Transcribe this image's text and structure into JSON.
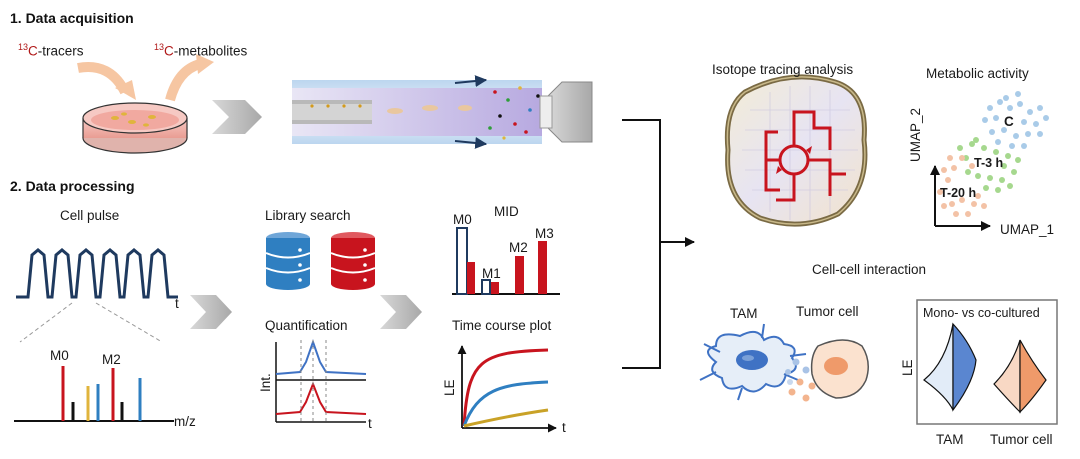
{
  "sections": {
    "acquisition_title": "1. Data acquisition",
    "processing_title": "2. Data processing"
  },
  "acquisition": {
    "tracer_sup": "13",
    "tracer_label": "C-tracers",
    "metabolite_sup": "13",
    "metabolite_label": "C-metabolites"
  },
  "processing": {
    "cell_pulse": "Cell pulse",
    "pulse_axis": "t",
    "spectrum_m0": "M0",
    "spectrum_m2": "M2",
    "spectrum_axis": "m/z",
    "library_search": "Library search",
    "quantification": "Quantification",
    "quant_yaxis": "Int.",
    "quant_xaxis": "t",
    "mid_title": "MID",
    "mid_m0": "M0",
    "mid_m1": "M1",
    "mid_m2": "M2",
    "mid_m3": "M3",
    "time_course_title": "Time course plot",
    "tc_yaxis": "LE",
    "tc_xaxis": "t"
  },
  "analysis": {
    "isotope_title": "Isotope tracing analysis",
    "metabolic_title": "Metabolic activity",
    "umap_x": "UMAP_1",
    "umap_y": "UMAP_2",
    "cluster_c": "C",
    "cluster_t3": "T-3 h",
    "cluster_t20": "T-20 h",
    "cci_title": "Cell-cell interaction",
    "tam": "TAM",
    "tumor_cell": "Tumor cell",
    "violin_title": "Mono- vs co-cultured",
    "violin_yaxis": "LE",
    "violin_x1": "TAM",
    "violin_x2": "Tumor cell"
  },
  "colors": {
    "accent_red": "#c8141e",
    "navy": "#1f3a5f",
    "blue": "#2f7fc1",
    "gold": "#c9a227",
    "tam_blue": "#3f72c4",
    "tumor_orange": "#ef9a6a",
    "cluster_blue": "#a9cbe8",
    "cluster_green": "#a6d88e",
    "cluster_peach": "#f3c2a6"
  },
  "icons": [
    "petri-dish-icon",
    "capillary-tube-icon",
    "database-icon",
    "cell-icon",
    "macrophage-icon",
    "tumor-cell-icon",
    "chevron-arrow-icon"
  ]
}
